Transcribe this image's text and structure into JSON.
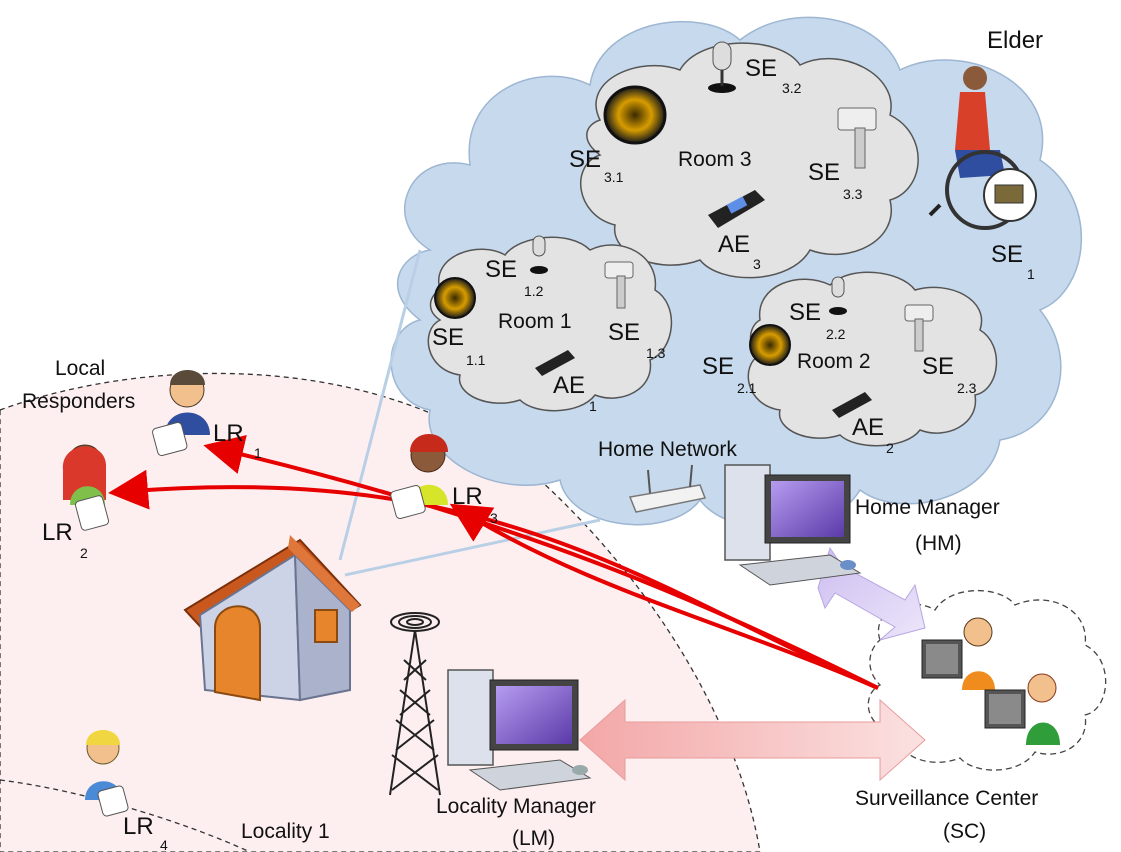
{
  "title_elder": "Elder",
  "labels": {
    "local_responders_1": "Local",
    "local_responders_2": "Responders",
    "home_network": "Home Network",
    "home_manager_1": "Home Manager",
    "home_manager_2": "(HM)",
    "surveillance_center_1": "Surveillance Center",
    "surveillance_center_2": "(SC)",
    "locality_manager_1": "Locality Manager",
    "locality_manager_2": "(LM)",
    "locality": "Locality 1"
  },
  "rooms": [
    {
      "name": "Room 1"
    },
    {
      "name": "Room 2"
    },
    {
      "name": "Room 3"
    }
  ],
  "entities": {
    "se": "SE",
    "ae": "AE",
    "lr": "LR",
    "subs": {
      "se1": "1",
      "se11": "1.1",
      "se12": "1.2",
      "se13": "1.3",
      "se21": "2.1",
      "se22": "2.2",
      "se23": "2.3",
      "se31": "3.1",
      "se32": "3.2",
      "se33": "3.3",
      "ae1": "1",
      "ae2": "2",
      "ae3": "3",
      "lr1": "1",
      "lr2": "2",
      "lr3": "3",
      "lr4": "4"
    }
  },
  "colors": {
    "home_cloud": "#c7d9ec",
    "room_cloud": "#e3e3e3",
    "locality_bg": "#fdeff0",
    "alert_arrow": "#e60000",
    "lm_arrow": "#f6b9b9",
    "hm_arrow": "#d8ccf0"
  }
}
